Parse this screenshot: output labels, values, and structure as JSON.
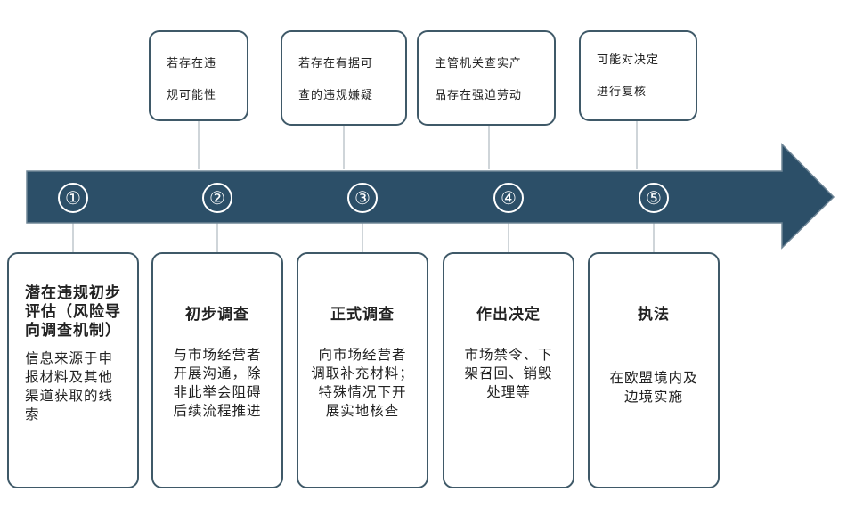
{
  "steps": [
    {
      "number": "①",
      "top_note": "",
      "title": "潜在违规初步\n评估（风险导\n向调查机制）",
      "description": "信息来源于申\n报材料及其他\n渠道获取的线\n索"
    },
    {
      "number": "②",
      "top_note": "若存在违\n规可能性",
      "title": "初步调查",
      "description": "与市场经营者\n开展沟通，除\n非此举会阻碍\n后续流程推进"
    },
    {
      "number": "③",
      "top_note": "若存在有据可\n查的违规嫌疑",
      "title": "正式调查",
      "description": "向市场经营者\n调取补充材料；\n特殊情况下开\n展实地核查"
    },
    {
      "number": "④",
      "top_note": "主管机关查实产\n品存在强迫劳动",
      "title": "作出决定",
      "description": "市场禁令、下\n架召回、销毁\n处理等"
    },
    {
      "number": "⑤",
      "top_note": "可能对决定\n进行复核",
      "title": "执法",
      "description": "在欧盟境内及\n边境实施"
    }
  ],
  "colors": {
    "arrow": "#2c4f68",
    "arrow_edge": "#6e8596",
    "box_border": "#3f5968",
    "connector": "#bfc7cc",
    "circle": "#ffffff"
  }
}
